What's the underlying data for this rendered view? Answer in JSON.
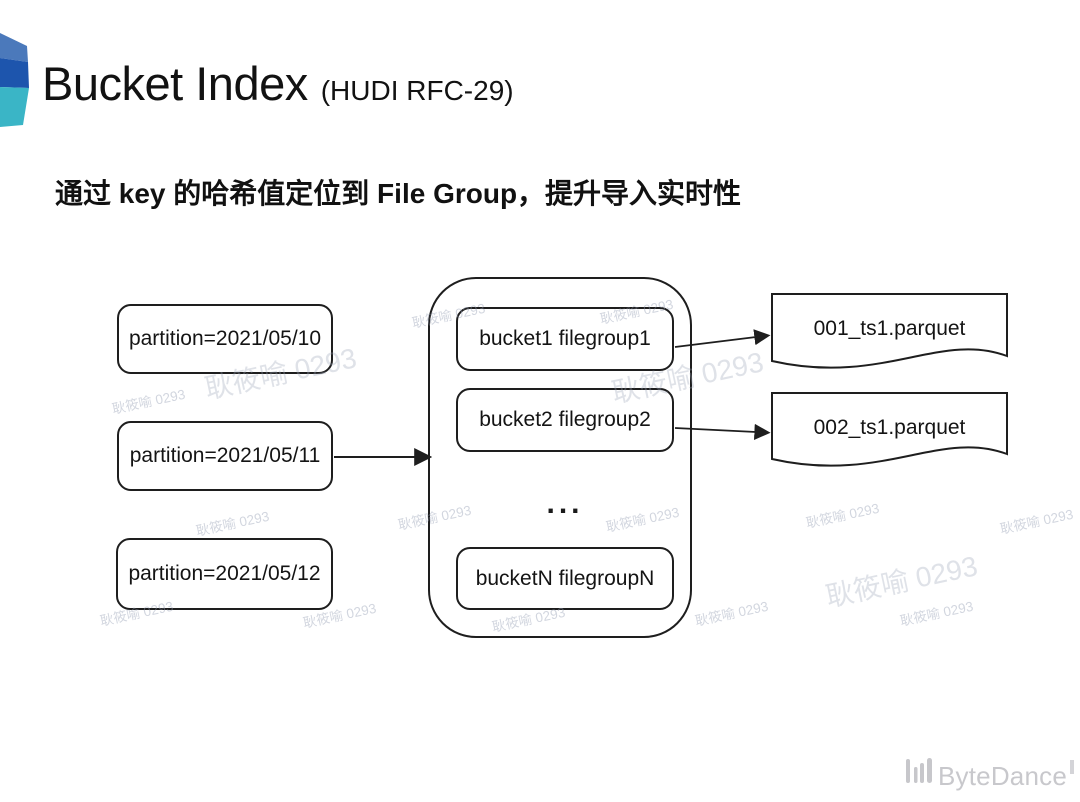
{
  "slide": {
    "title": "Bucket Index",
    "title_suffix": "(HUDI RFC-29)",
    "subtitle": "通过 key 的哈希值定位到 File Group，提升导入实时性"
  },
  "diagram": {
    "partitions": [
      {
        "label": "partition=2021/05/10"
      },
      {
        "label": "partition=2021/05/11"
      },
      {
        "label": "partition=2021/05/12"
      }
    ],
    "bucket_container": {
      "buckets": [
        {
          "label": "bucket1 filegroup1"
        },
        {
          "label": "bucket2 filegroup2"
        }
      ],
      "ellipsis": "...",
      "bucket_n": {
        "label": "bucketN filegroupN"
      }
    },
    "files": [
      {
        "label": "001_ts1.parquet"
      },
      {
        "label": "002_ts1.parquet"
      }
    ]
  },
  "watermark": {
    "text": "耿筱喻 0293"
  },
  "footer": {
    "brand": "ByteDance"
  },
  "colors": {
    "logo_top": "#4b79bb",
    "logo_mid": "#1d55ad",
    "logo_bottom": "#3ab5c6",
    "line": "#1e1e1e",
    "brand_gray": "#c8c8cc"
  }
}
